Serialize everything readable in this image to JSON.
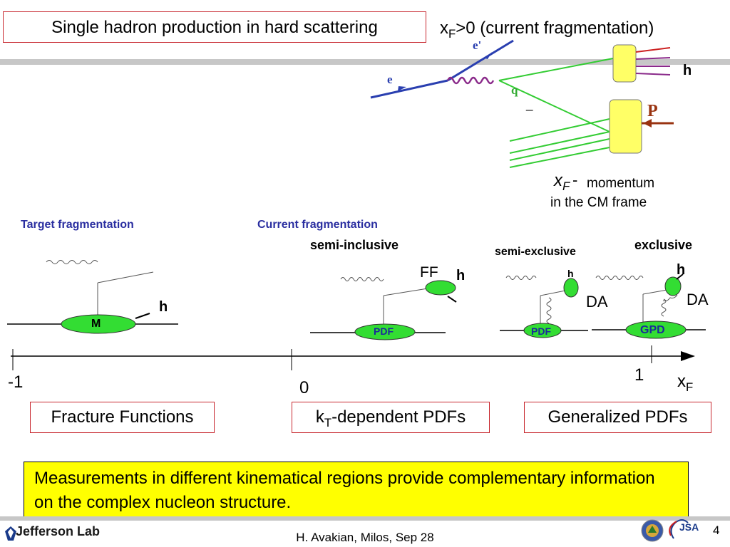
{
  "slide": {
    "title": "Single hadron production in hard scattering",
    "xf_heading_main": "x",
    "xf_heading_sub": "F",
    "xf_heading_rest": ">0 (current fragmentation)",
    "top_diagram": {
      "e_label": "e",
      "eprime_label": "e'",
      "q_label": "q",
      "h_label": "h",
      "p_label": "P",
      "dash": "_"
    },
    "xf_def_symbol": "x",
    "xf_def_sub": "F",
    "xf_def_dash": "-",
    "xf_def_line1": "momentum",
    "xf_def_line2": "in the CM frame",
    "target_frag": "Target fragmentation",
    "current_frag": "Current  fragmentation",
    "semi_inclusive": "semi-inclusive",
    "semi_exclusive": "semi-exclusive",
    "exclusive": "exclusive",
    "blob_m": "M",
    "blob_pdf1": "PDF",
    "blob_pdf2": "PDF",
    "blob_gpd": "GPD",
    "h1": "h",
    "h2": "h",
    "h3": "h",
    "h4": "h",
    "ff": "FF",
    "da1": "DA",
    "da2": "DA",
    "axis": {
      "minus_one": "-1",
      "zero": "0",
      "one": "1",
      "xf_main": "x",
      "xf_sub": "F"
    },
    "box_fracture": "Fracture Functions",
    "box_kt_k": "k",
    "box_kt_sub": "T",
    "box_kt_rest": "-dependent PDFs",
    "box_gpd": "Generalized PDFs",
    "note": "Measurements in different kinematical regions provide complementary information on the complex nucleon structure.",
    "footer": "H. Avakian, Milos,  Sep 28",
    "page_number": "4",
    "logo_text": "Jefferson Lab",
    "jsa_text": "JSA"
  }
}
